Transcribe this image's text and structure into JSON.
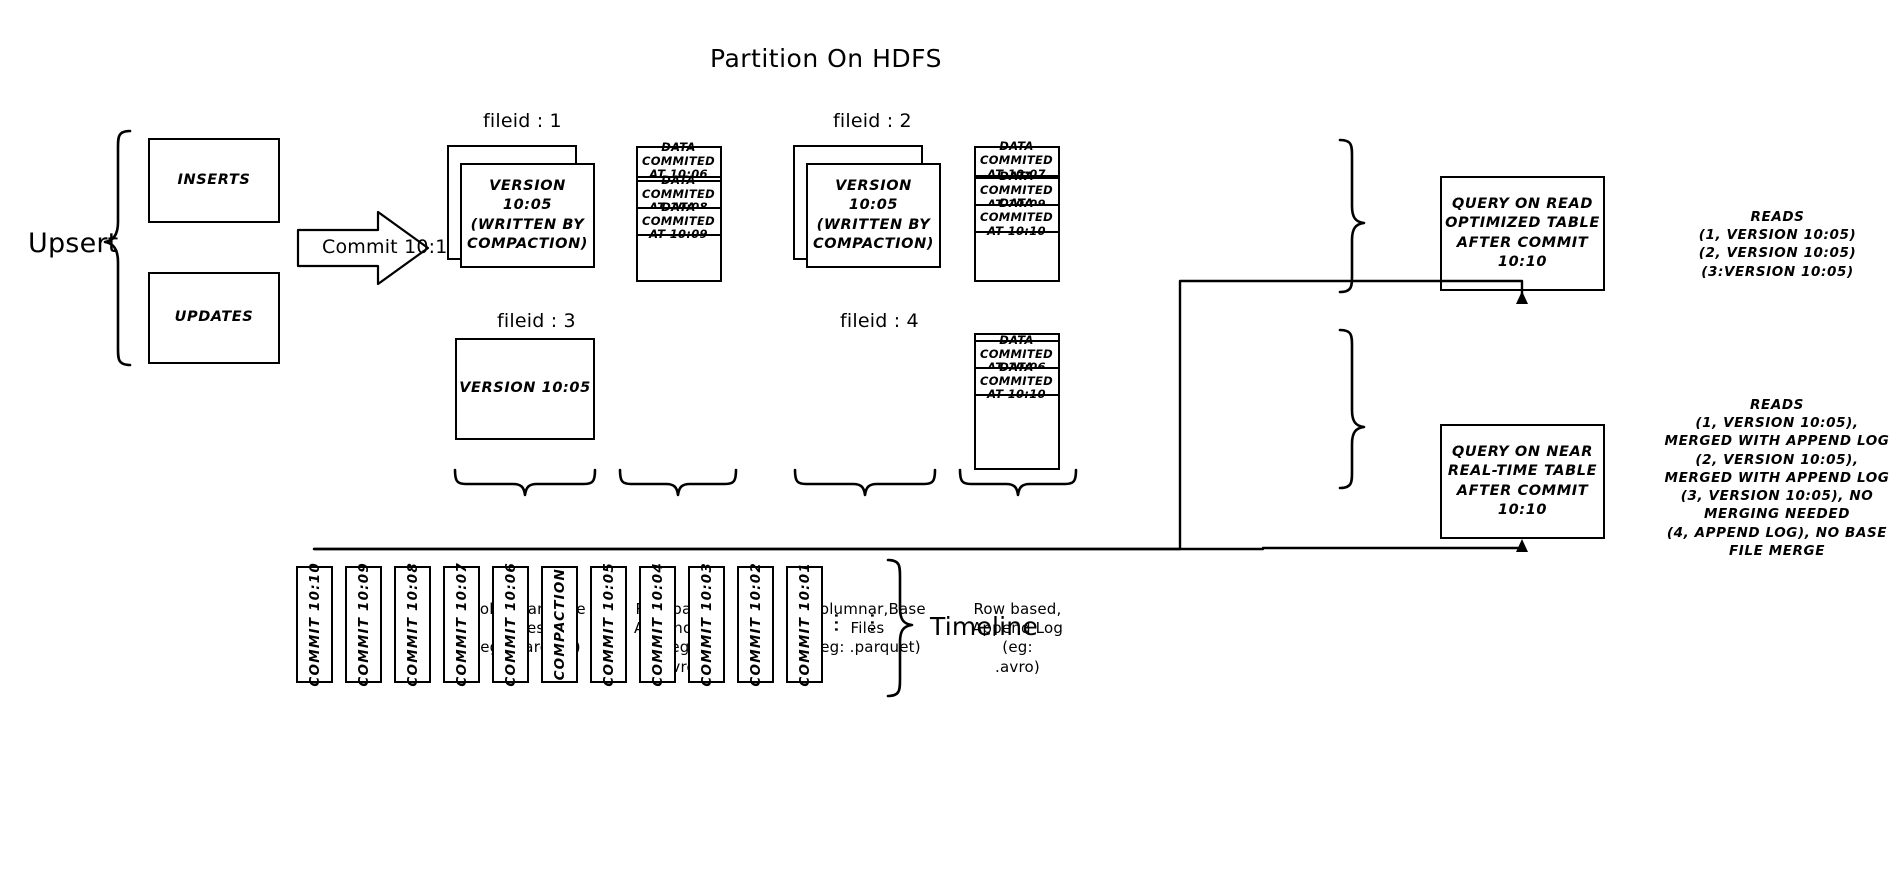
{
  "title": "Partition On HDFS",
  "left": {
    "upsert_label": "Upsert",
    "inserts_label": "INSERTS",
    "updates_label": "UPDATES",
    "commit_arrow_label": "Commit 10:10"
  },
  "fileids": [
    {
      "header": "fileid : 1",
      "base_text": "VERSION 10:05\n(WRITTEN BY\nCOMPACTION)",
      "base_line1": "VERSION 10:05",
      "base_line2": "(WRITTEN BY",
      "base_line3": "COMPACTION)",
      "log_entries": [
        "DATA COMMITED\nAT 10:06",
        "DATA COMMITED\nAT 10:08",
        "DATA COMMITED\nAT 10:09"
      ],
      "log_entry_lines": [
        {
          "l1": "DATA COMMITED",
          "l2": "AT 10:06"
        },
        {
          "l1": "DATA COMMITED",
          "l2": "AT 10:08"
        },
        {
          "l1": "DATA COMMITED",
          "l2": "AT 10:09"
        }
      ]
    },
    {
      "header": "fileid : 2",
      "base_line1": "VERSION 10:05",
      "base_line2": "(WRITTEN BY",
      "base_line3": "COMPACTION)",
      "log_entry_lines": [
        {
          "l1": "DATA COMMITED",
          "l2": "AT 10:07"
        },
        {
          "l1": "DATA COMMITED",
          "l2": "AT 10:09"
        },
        {
          "l1": "DATA COMMITED",
          "l2": "AT 10:10"
        }
      ]
    },
    {
      "header": "fileid : 3",
      "base_line1": "VERSION 10:05",
      "log_entry_lines": []
    },
    {
      "header": "fileid : 4",
      "log_entry_lines": [
        {
          "l1": "DATA COMMITED",
          "l2": "AT 10:06"
        },
        {
          "l1": "DATA COMMITED",
          "l2": "AT 10:10"
        }
      ]
    }
  ],
  "captions": {
    "columnar_1_line1": "Columnar,Base Files",
    "columnar_1_line2": "(eg: .parquet)",
    "rowlog_1_line1": "Row based,",
    "rowlog_1_line2": "Append Log  (eg:",
    "rowlog_1_line3": ".avro)",
    "columnar_2_line1": "Columnar,Base Files",
    "columnar_2_line2": "(eg: .parquet)",
    "rowlog_2_line1": "Row based,",
    "rowlog_2_line2": "Append Log  (eg:",
    "rowlog_2_line3": ".avro)"
  },
  "queries": {
    "read_optimized": {
      "l1": "QUERY ON READ",
      "l2": "OPTIMIZED TABLE",
      "l3": "AFTER COMMIT",
      "l4": "10:10"
    },
    "near_real_time": {
      "l1": "QUERY ON NEAR",
      "l2": "REAL-TIME TABLE",
      "l3": "AFTER COMMIT",
      "l4": "10:10"
    }
  },
  "reads": {
    "read_optimized": {
      "title": "READS",
      "lines": [
        "(1, VERSION 10:05)",
        "(2, VERSION 10:05)",
        "(3:VERSION 10:05)"
      ]
    },
    "near_real_time": {
      "title": "READS",
      "lines": [
        "(1, VERSION 10:05),",
        "MERGED WITH APPEND LOG",
        "(2, VERSION 10:05),",
        "MERGED WITH APPEND LOG",
        "(3, VERSION 10:05), NO",
        "MERGING NEEDED",
        "(4, APPEND LOG), NO BASE",
        "FILE MERGE"
      ]
    }
  },
  "timeline": {
    "label": "Timeline",
    "items": [
      "COMMIT  10:10",
      "COMMIT  10:09",
      "COMMIT  10:08",
      "COMMIT  10:07",
      "COMMIT  10:06",
      "COMPACTION",
      "COMMIT  10:05",
      "COMMIT  10:04",
      "COMMIT  10:03",
      "COMMIT  10:02",
      "COMMIT  10:01"
    ],
    "ellipsis": [
      "...",
      "..."
    ]
  },
  "colors": {
    "ink": "#000000",
    "paper": "#ffffff"
  }
}
